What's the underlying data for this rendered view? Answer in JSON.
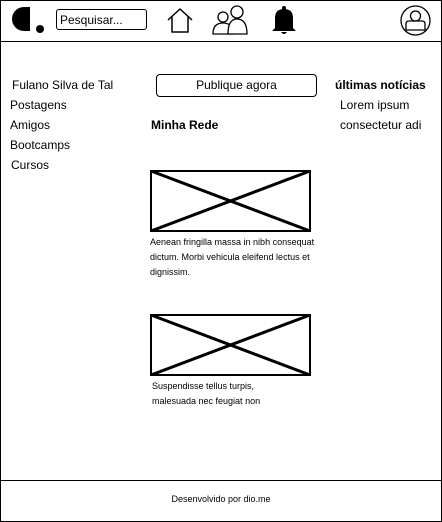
{
  "header": {
    "search_placeholder": "Pesquisar...",
    "icons": [
      "logo",
      "home-icon",
      "users-icon",
      "bell-icon",
      "avatar-icon"
    ]
  },
  "sidebar": {
    "items": [
      {
        "label": "Fulano Silva de Tal"
      },
      {
        "label": "Postagens"
      },
      {
        "label": "Amigos"
      },
      {
        "label": "Bootcamps"
      },
      {
        "label": "Cursos"
      }
    ]
  },
  "main": {
    "publish_label": "Publique agora",
    "section_title": "Minha Rede",
    "posts": [
      {
        "text": "Aenean fringilla massa in nibh consequat dictum. Morbi vehicula eleifend lectus et dignissim."
      },
      {
        "text": "Suspendisse tellus turpis, malesuada nec feugiat non"
      }
    ]
  },
  "news": {
    "title": "últimas notícias",
    "items": [
      {
        "label": "Lorem ipsum"
      },
      {
        "label": "consectetur adi"
      }
    ]
  },
  "footer": {
    "text": "Desenvolvido por dio.me"
  }
}
